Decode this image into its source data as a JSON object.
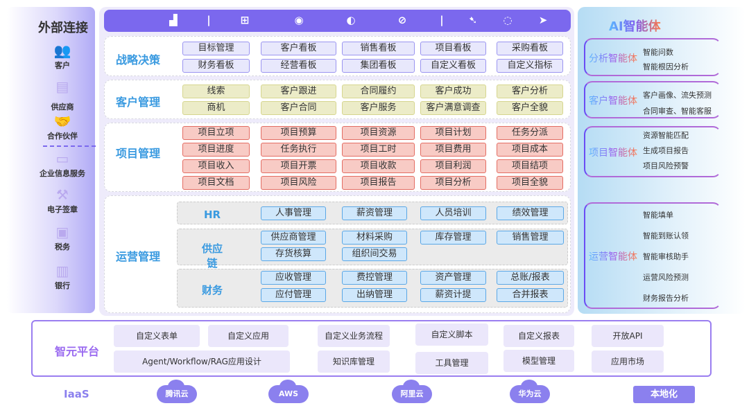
{
  "external": {
    "title": "外部连接",
    "items": [
      "客户",
      "供应商",
      "合作伙伴",
      "企业信息服务",
      "电子签章",
      "税务",
      "银行"
    ]
  },
  "platforms_bar": {
    "icons": [
      "apple-icon",
      "android-icon",
      "divider",
      "windows-icon",
      "chrome-icon",
      "firefox-icon",
      "safari-icon",
      "divider",
      "feishu-icon",
      "wecom-icon",
      "dingtalk-icon"
    ]
  },
  "strategy": {
    "title": "战略决策",
    "items": [
      "目标管理",
      "客户看板",
      "销售看板",
      "项目看板",
      "采购看板",
      "财务看板",
      "经营看板",
      "集团看板",
      "自定义看板",
      "自定义指标"
    ]
  },
  "customer": {
    "title": "客户管理",
    "items": [
      "线索",
      "客户跟进",
      "合同履约",
      "客户成功",
      "客户分析",
      "商机",
      "客户合同",
      "客户服务",
      "客户满意调查",
      "客户全貌"
    ]
  },
  "project": {
    "title": "项目管理",
    "items": [
      "项目立项",
      "项目预算",
      "项目资源",
      "项目计划",
      "任务分派",
      "项目进度",
      "任务执行",
      "项目工时",
      "项目费用",
      "项目成本",
      "项目收入",
      "项目开票",
      "项目收款",
      "项目利润",
      "项目结项",
      "项目文档",
      "项目风险",
      "项目报告",
      "项目分析",
      "项目全貌"
    ]
  },
  "operations": {
    "title": "运营管理",
    "hr": {
      "title": "HR",
      "items": [
        "人事管理",
        "薪资管理",
        "人员培训",
        "绩效管理"
      ]
    },
    "supply": {
      "title": "供应链",
      "items": [
        "供应商管理",
        "材料采购",
        "库存管理",
        "销售管理",
        "存货核算",
        "组织间交易"
      ]
    },
    "finance": {
      "title": "财务",
      "items": [
        "应收管理",
        "费控管理",
        "资产管理",
        "总账/报表",
        "应付管理",
        "出纳管理",
        "薪资计提",
        "合并报表"
      ]
    }
  },
  "ai": {
    "title": "AI智能体",
    "cards": [
      {
        "title": "分析智能体",
        "items": [
          "智能问数",
          "智能根因分析"
        ]
      },
      {
        "title": "客户智能体",
        "items": [
          "客户画像、流失预测",
          "合同审查、智能客服"
        ]
      },
      {
        "title": "项目智能体",
        "items": [
          "资源智能匹配",
          "生成项目报告",
          "项目风险预警"
        ]
      },
      {
        "title": "运营智能体",
        "items": [
          "智能填单",
          "智能到账认领",
          "智能审核助手",
          "运营风险预测",
          "财务报告分析"
        ]
      }
    ]
  },
  "platform": {
    "title": "智元平台",
    "items": [
      "自定义表单",
      "自定义应用",
      "自定义业务流程",
      "自定义脚本",
      "自定义报表",
      "开放API",
      "Agent/Workflow/RAG应用设计",
      "知识库管理",
      "工具管理",
      "模型管理",
      "应用市场"
    ]
  },
  "iaas": {
    "label": "IaaS",
    "items": [
      "腾讯云",
      "AWS",
      "阿里云",
      "华为云",
      "本地化"
    ]
  }
}
